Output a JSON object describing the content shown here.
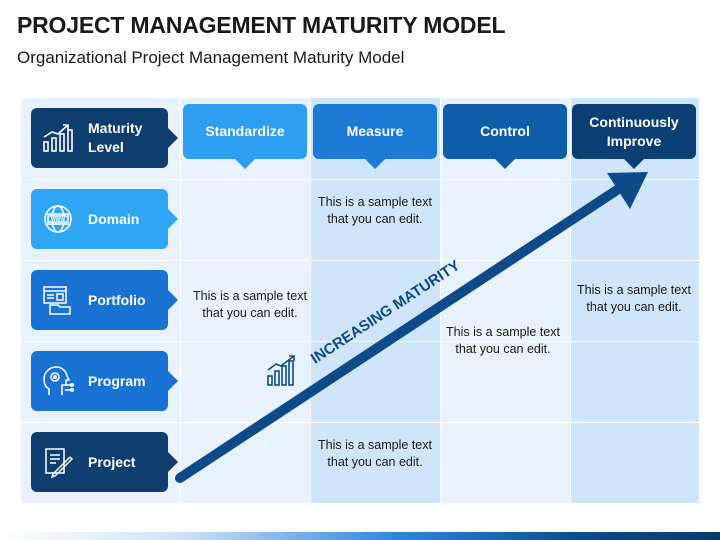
{
  "title": "PROJECT MANAGEMENT MATURITY MODEL",
  "subtitle": "Organizational Project Management Maturity Model",
  "rows": {
    "maturity": {
      "label": "Maturity Level",
      "icon": "bar-chart-icon"
    },
    "domain": {
      "label": "Domain",
      "icon": "globe-www-icon"
    },
    "portfolio": {
      "label": "Portfolio",
      "icon": "folder-dashboard-icon"
    },
    "program": {
      "label": "Program",
      "icon": "head-gears-icon"
    },
    "project": {
      "label": "Project",
      "icon": "document-pencil-icon"
    }
  },
  "columns": {
    "standardize": "Standardize",
    "measure": "Measure",
    "control": "Control",
    "improve": "Continuously Improve"
  },
  "cells": {
    "measure_domain": "This is a sample text that you can edit.",
    "standardize_portfolio": "This is a sample text that you can edit.",
    "improve_portfolio": "This is a sample text that you can edit.",
    "control_program": "This is a sample text that you can edit.",
    "measure_project": "This is a sample text that you can edit."
  },
  "arrow_label": "INCREASING MATURITY",
  "colors": {
    "row_dark": "#0e3d6e",
    "row_light": "#2fa5f3",
    "row_mid": "#1a73d3",
    "col_standardize": "#2d9ef0",
    "col_measure": "#1b7ad6",
    "col_control": "#0f5ea8",
    "col_improve": "#0b3f73",
    "arrow": "#0d4a88",
    "grid_light": "#e7f2fc",
    "grid_mid": "#cfe6fa"
  }
}
